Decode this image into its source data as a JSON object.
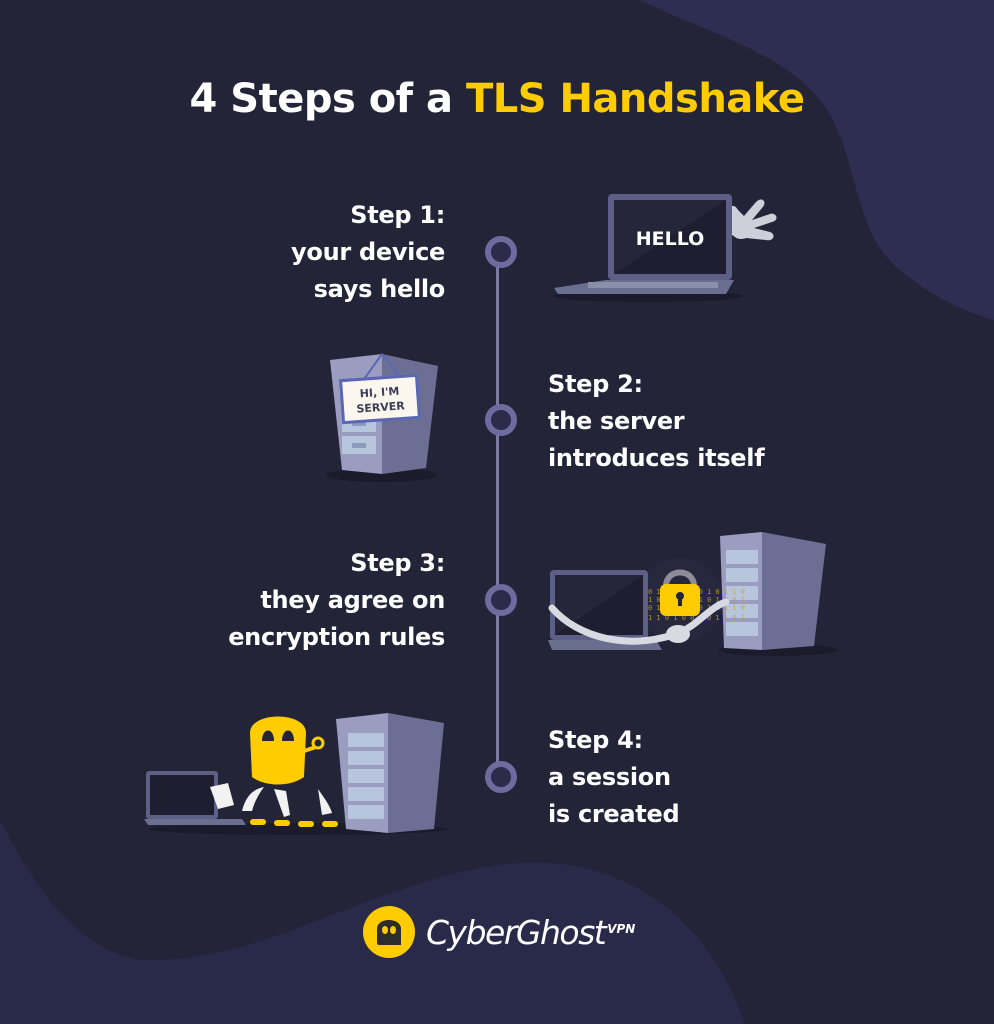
{
  "title": {
    "prefix": "4 Steps of a ",
    "highlight": "TLS Handshake"
  },
  "colors": {
    "background": "#242439",
    "blob": "#2e2e52",
    "accent_yellow": "#ffcc00",
    "timeline": "#7e7ba0",
    "node_ring": "#6e6b9e",
    "text": "#ffffff"
  },
  "steps": [
    {
      "label": "Step 1:",
      "line1": "your device",
      "line2": "says hello",
      "illustration": "laptop-waving-hello",
      "screen_text": "HELLO"
    },
    {
      "label": "Step 2:",
      "line1": "the server",
      "line2": "introduces itself",
      "illustration": "server-with-sign",
      "sign_text_1": "HI, I'M",
      "sign_text_2": "SERVER"
    },
    {
      "label": "Step 3:",
      "line1": "they agree on",
      "line2": "encryption rules",
      "illustration": "laptop-server-handshake-padlock"
    },
    {
      "label": "Step 4:",
      "line1": "a session",
      "line2": "is created",
      "illustration": "ghost-mascot-laptop-server-dashed-link"
    }
  ],
  "brand": {
    "name": "CyberGhost",
    "suffix": "VPN",
    "icon": "ghost-logo-icon"
  }
}
